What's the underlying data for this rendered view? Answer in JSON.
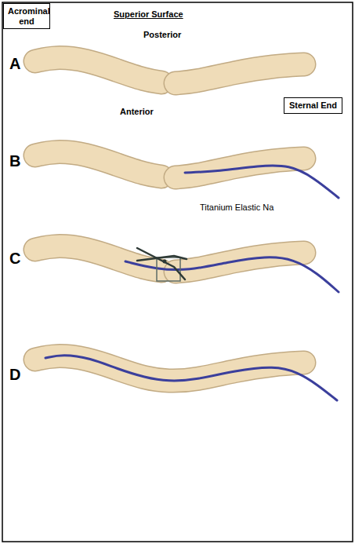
{
  "diagram": {
    "nodes": [
      {
        "text": [
          "Acrominal end"
        ]
      },
      {
        "text": [
          "Sternal End"
        ]
      }
    ],
    "labels": [
      "Superior Surface",
      "Posterior",
      "A",
      "Anterior",
      "B",
      "Titanium Elastic Na",
      "C",
      "D"
    ]
  }
}
